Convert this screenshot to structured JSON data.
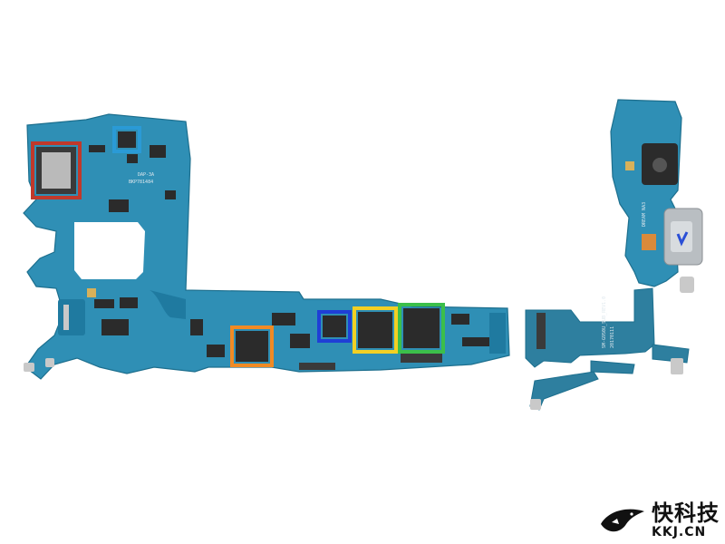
{
  "photo": {
    "subject": "smartphone-logic-board-teardown",
    "background_color": "#ffffff"
  },
  "board_left": {
    "silkscreen": {
      "line1": "DAP-3A",
      "line2": "BKP781484"
    }
  },
  "board_right": {
    "silkscreen": {
      "line1": "SM-G950U_SUB_REV1.0",
      "line2": "20170111",
      "line3": "DREAM NA3"
    }
  },
  "highlights": [
    {
      "name": "red-chip-highlight",
      "color": "#c0392b"
    },
    {
      "name": "light-blue-chip-highlight",
      "color": "#2a9ad6"
    },
    {
      "name": "orange-chip-highlight",
      "color": "#f08a24"
    },
    {
      "name": "dark-blue-chip-highlight",
      "color": "#1f3fd6"
    },
    {
      "name": "yellow-chip-highlight",
      "color": "#f2d024"
    },
    {
      "name": "green-chip-highlight",
      "color": "#3bbf4a"
    }
  ],
  "watermark": {
    "text_cn": "快科技",
    "text_domain": "KKJ.CN"
  }
}
